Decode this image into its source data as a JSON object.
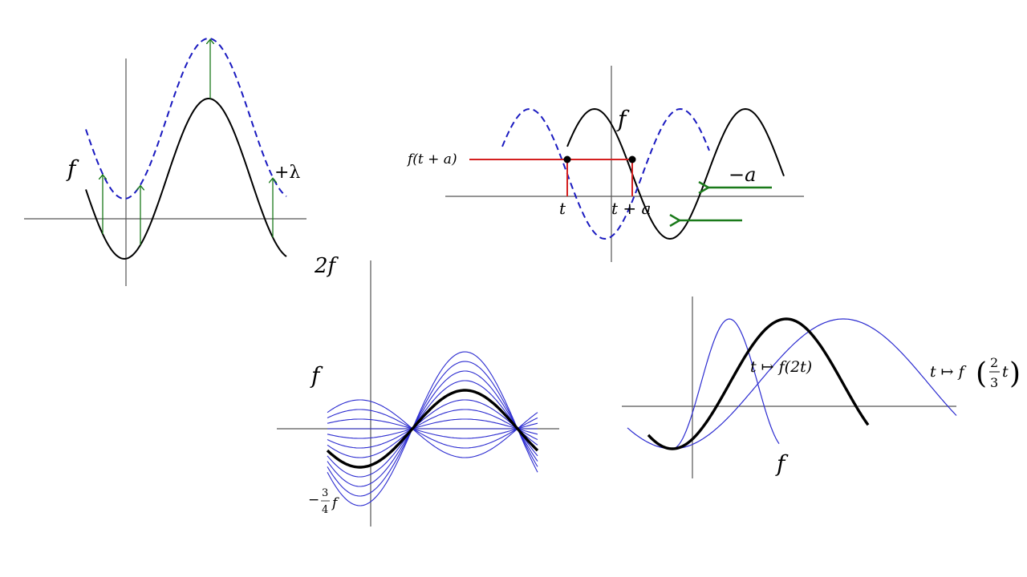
{
  "colors": {
    "curve": "#000000",
    "shifted": "#1a1ac0",
    "arrow": "#1a7a1a",
    "guide": "#d42020",
    "axis": "#555555",
    "family": "#2b2bd0"
  },
  "panel_vertical_shift": {
    "f_label": "f",
    "shift_label": "+λ"
  },
  "panel_horizontal_shift": {
    "f_label": "f",
    "value_label": "f(t + a)",
    "t_label": "t",
    "t_plus_a_label": "t + a",
    "shift_label": "−a"
  },
  "panel_vertical_scale": {
    "top_label": "2f",
    "f_label": "f",
    "bottom_label_minus": "−",
    "bottom_label_num": "3",
    "bottom_label_den": "4",
    "bottom_label_f": "f",
    "scale_factors": [
      2,
      1.75,
      1.5,
      1.25,
      1,
      0.75,
      0.5,
      0.25,
      0,
      -0.25,
      -0.5,
      -0.75
    ]
  },
  "panel_time_scale": {
    "f_label": "f",
    "fast_label": "t ↦ f(2t)",
    "slow_label_prefix": "t ↦ f",
    "slow_label_num": "2",
    "slow_label_den": "3",
    "slow_label_var": "t"
  }
}
